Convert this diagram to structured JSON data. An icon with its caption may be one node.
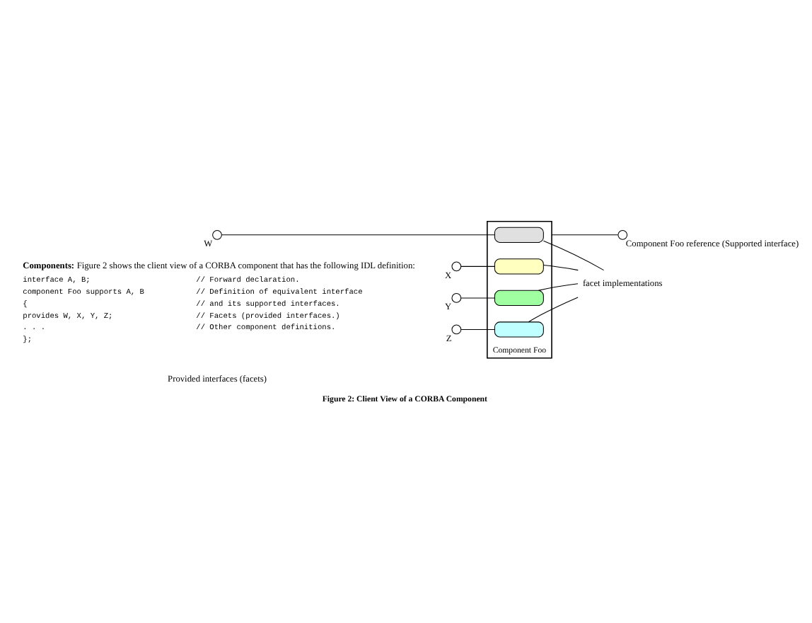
{
  "diagram": {
    "caption": "Figure 2: Client View of a CORBA Component",
    "nodes": [
      {
        "text": [
          "Component Foo"
        ]
      },
      {
        "text": [],
        "shape": "box",
        "in": 0
      },
      {
        "text": [],
        "shape": "box",
        "in": 0
      },
      {
        "text": [],
        "shape": "box",
        "in": 0
      },
      {
        "text": [],
        "shape": "box",
        "in": 0
      },
      {
        "text": [],
        "shape": "circle",
        "beside": [
          "Component Foo reference (Supported interface)"
        ]
      },
      {
        "text": [],
        "shape": "circle",
        "beside": [
          "W"
        ]
      },
      {
        "text": [],
        "shape": "circle",
        "beside": [
          "X"
        ]
      },
      {
        "text": [],
        "shape": "circle",
        "beside": [
          "Y"
        ]
      },
      {
        "text": [],
        "shape": "circle",
        "beside": [
          "Z"
        ]
      },
      {
        "text": [
          "facet implementations"
        ]
      }
    ],
    "edges": [
      {
        "from": 0,
        "to": 5,
        "arrow": "none"
      },
      {
        "from": 6,
        "to": 1,
        "arrow": "none"
      },
      {
        "from": 7,
        "to": 2,
        "arrow": "none"
      },
      {
        "from": 8,
        "to": 3,
        "arrow": "none"
      },
      {
        "from": 9,
        "to": 4,
        "arrow": "none"
      },
      {
        "from": 10,
        "to": 1,
        "arrow": "none"
      },
      {
        "from": 10,
        "to": 2,
        "arrow": "none"
      },
      {
        "from": 10,
        "to": 3,
        "arrow": "none"
      },
      {
        "from": 10,
        "to": 4,
        "arrow": "none"
      }
    ],
    "labels": [
      "**Components:** Figure 2 shows the client view of a CORBA component that has the following IDL definition:",
      "interface A, B;",
      "// Forward declaration.",
      "component Foo supports A, B",
      "// Definition of equivalent interface",
      "{",
      "// and its supported interfaces.",
      "provides W, X, Y, Z;",
      "// Facets (provided interfaces.)",
      ". . .",
      "// Other component definitions.",
      "};",
      "Provided interfaces (facets)"
    ]
  }
}
